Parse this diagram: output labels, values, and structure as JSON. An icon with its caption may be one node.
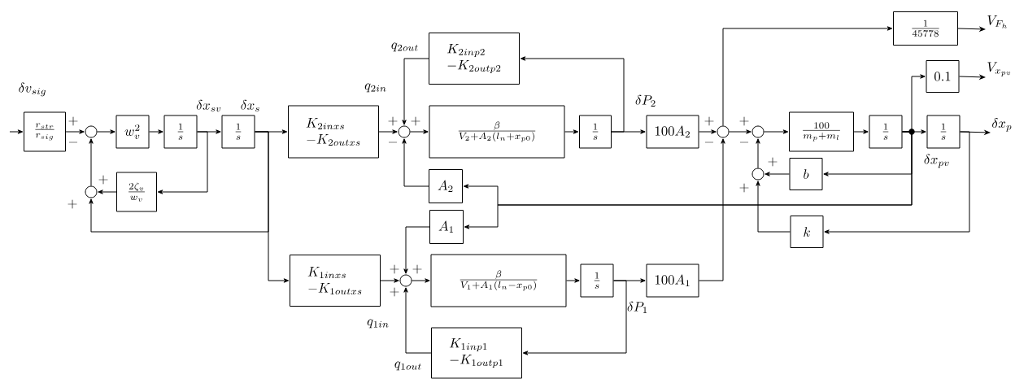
{
  "diagram": {
    "nodes": [
      {
        "text": [
          "\\frac{r_{str}}{r_{sig}}"
        ]
      },
      {
        "text": [],
        "shape": "circle"
      },
      {
        "text": [
          "w_v^2"
        ]
      },
      {
        "text": [
          "\\frac{1}{s}"
        ]
      },
      {
        "text": [
          "\\frac{1}{s}"
        ]
      },
      {
        "text": [
          "K_{2inxs}",
          "-K_{2outxs}"
        ]
      },
      {
        "text": [],
        "shape": "circle"
      },
      {
        "text": [
          "\\frac{2\\zeta_v}{w_v}"
        ]
      },
      {
        "text": [],
        "shape": "circle"
      },
      {
        "text": [
          "K_{2inp2}",
          "-K_{2outp2}"
        ]
      },
      {
        "text": [
          "\\frac{\\beta}{V_2+A_2(l_n+x_{p0})}"
        ]
      },
      {
        "text": [
          "\\frac{1}{s}"
        ]
      },
      {
        "text": [
          "100A_2"
        ]
      },
      {
        "text": [],
        "shape": "circle"
      },
      {
        "text": [],
        "shape": "circle"
      },
      {
        "text": [
          "\\frac{1}{45778}"
        ]
      },
      {
        "text": [
          "\\frac{100}{m_p+m_l}"
        ]
      },
      {
        "text": [
          "\\frac{1}{s}"
        ]
      },
      {
        "text": [
          "0.1"
        ]
      },
      {
        "text": [
          "\\frac{1}{s}"
        ]
      },
      {
        "text": [],
        "shape": "circle"
      },
      {
        "text": [
          "b"
        ]
      },
      {
        "text": [
          "k"
        ]
      },
      {
        "text": [
          "A_2"
        ]
      },
      {
        "text": [
          "A_1"
        ]
      },
      {
        "text": [
          "K_{1inxs}",
          "-K_{1outxs}"
        ]
      },
      {
        "text": [],
        "shape": "circle"
      },
      {
        "text": [
          "\\frac{\\beta}{V_1+A_1(l_n-x_{p0})}"
        ]
      },
      {
        "text": [
          "\\frac{1}{s}"
        ]
      },
      {
        "text": [
          "100A_1"
        ]
      },
      {
        "text": [
          "K_{1inp1}",
          "-K_{1outp1}"
        ]
      },
      {
        "text": [
          "V_{F_h}"
        ]
      },
      {
        "text": [
          "V_{x_{pv}}"
        ]
      },
      {
        "text": [
          "\\delta x_p"
        ]
      }
    ],
    "edges": [
      {
        "from": null,
        "to": 0,
        "arrow": "to"
      },
      {
        "from": 0,
        "to": 1,
        "arrow": "to"
      },
      {
        "from": 1,
        "to": 2,
        "arrow": "to"
      },
      {
        "from": 2,
        "to": 3,
        "arrow": "to"
      },
      {
        "from": 3,
        "to": 4,
        "arrow": "to"
      },
      {
        "from": 3,
        "to": 7,
        "arrow": "to"
      },
      {
        "from": 7,
        "to": 6,
        "arrow": "to"
      },
      {
        "from": 6,
        "to": 1,
        "arrow": "to"
      },
      {
        "from": 4,
        "to": 5,
        "arrow": "to"
      },
      {
        "from": 4,
        "to": 6,
        "arrow": "to"
      },
      {
        "from": 4,
        "to": 25,
        "arrow": "to"
      },
      {
        "from": 5,
        "to": 8,
        "arrow": "to"
      },
      {
        "from": 9,
        "to": 8,
        "arrow": "to"
      },
      {
        "from": 23,
        "to": 8,
        "arrow": "to"
      },
      {
        "from": 8,
        "to": 10,
        "arrow": "to"
      },
      {
        "from": 10,
        "to": 11,
        "arrow": "to"
      },
      {
        "from": 11,
        "to": 12,
        "arrow": "to"
      },
      {
        "from": 11,
        "to": 9,
        "arrow": "to"
      },
      {
        "from": 12,
        "to": 13,
        "arrow": "to"
      },
      {
        "from": 13,
        "to": 14,
        "arrow": "to"
      },
      {
        "from": 13,
        "to": 15,
        "arrow": "to"
      },
      {
        "from": 29,
        "to": 13,
        "arrow": "to"
      },
      {
        "from": 14,
        "to": 16,
        "arrow": "to"
      },
      {
        "from": 16,
        "to": 17,
        "arrow": "to"
      },
      {
        "from": 17,
        "to": 19,
        "arrow": "to"
      },
      {
        "from": 17,
        "to": 18,
        "arrow": "to"
      },
      {
        "from": 17,
        "to": 21,
        "arrow": "to"
      },
      {
        "from": 17,
        "to": 23,
        "arrow": "to"
      },
      {
        "from": 17,
        "to": 24,
        "arrow": "to"
      },
      {
        "from": 21,
        "to": 20,
        "arrow": "to"
      },
      {
        "from": 22,
        "to": 20,
        "arrow": "to"
      },
      {
        "from": 20,
        "to": 14,
        "arrow": "to"
      },
      {
        "from": 19,
        "to": 33,
        "arrow": "to"
      },
      {
        "from": 19,
        "to": 22,
        "arrow": "to"
      },
      {
        "from": 15,
        "to": 31,
        "arrow": "to"
      },
      {
        "from": 18,
        "to": 32,
        "arrow": "to"
      },
      {
        "from": 24,
        "to": 26,
        "arrow": "to"
      },
      {
        "from": 25,
        "to": 26,
        "arrow": "to"
      },
      {
        "from": 30,
        "to": 26,
        "arrow": "to"
      },
      {
        "from": 26,
        "to": 27,
        "arrow": "to"
      },
      {
        "from": 27,
        "to": 28,
        "arrow": "to"
      },
      {
        "from": 28,
        "to": 29,
        "arrow": "to"
      },
      {
        "from": 28,
        "to": 30,
        "arrow": "to"
      }
    ],
    "labels": [
      "q_{2out}",
      "\\delta v_{sig}",
      "q_{2in}",
      "\\delta x_{sv}",
      "\\delta x_s",
      "\\delta P_2",
      "+",
      "+",
      "+",
      "+",
      "+",
      "-",
      "-",
      "-",
      "-",
      "+",
      "\\delta x_{pv}",
      "+",
      "+",
      "+",
      "+",
      "+",
      "+",
      "\\delta P_1",
      "q_{1in}",
      "q_{1out}"
    ]
  }
}
